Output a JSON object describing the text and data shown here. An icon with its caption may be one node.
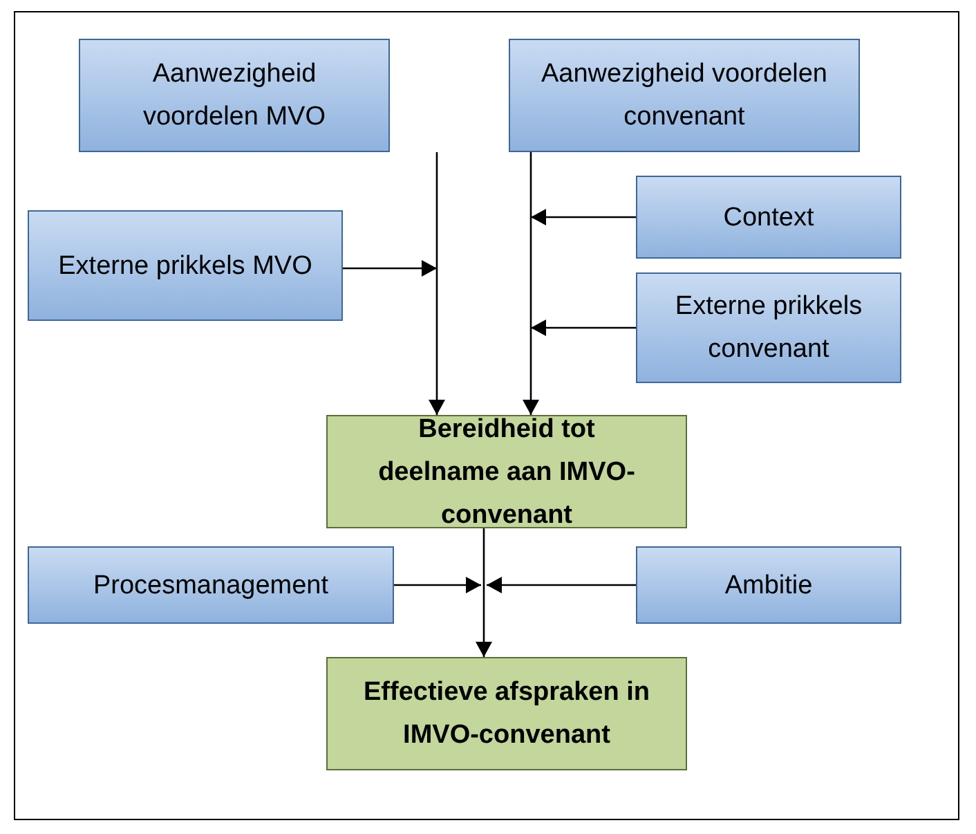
{
  "diagram": {
    "nodes": [
      {
        "text": [
          "Aanwezigheid voordelen MVO"
        ]
      },
      {
        "text": [
          "Aanwezigheid voordelen convenant"
        ]
      },
      {
        "text": [
          "Context"
        ]
      },
      {
        "text": [
          "Externe prikkels MVO"
        ]
      },
      {
        "text": [
          "Externe prikkels convenant"
        ]
      },
      {
        "text": [
          "Bereidheid tot deelname aan IMVO-convenant"
        ]
      },
      {
        "text": [
          "Procesmanagement"
        ]
      },
      {
        "text": [
          "Ambitie"
        ]
      },
      {
        "text": [
          "Effectieve afspraken in IMVO-convenant"
        ]
      }
    ],
    "edges": [
      {
        "from": 0,
        "to": 5,
        "arrow": "to"
      },
      {
        "from": 1,
        "to": 5,
        "arrow": "to"
      },
      {
        "from": 2,
        "to": null,
        "arrow": "to"
      },
      {
        "from": 3,
        "to": null,
        "arrow": "to"
      },
      {
        "from": 4,
        "to": null,
        "arrow": "to"
      },
      {
        "from": 5,
        "to": 8,
        "arrow": "to"
      },
      {
        "from": 6,
        "to": null,
        "arrow": "to"
      },
      {
        "from": 7,
        "to": null,
        "arrow": "to"
      }
    ]
  }
}
